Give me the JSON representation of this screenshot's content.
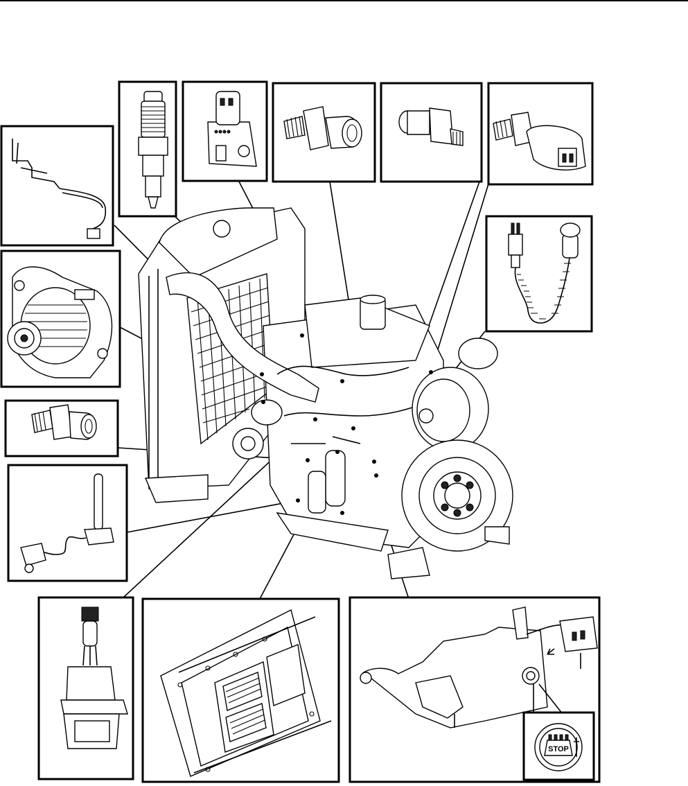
{
  "diagram": {
    "stop_button_label": "STOP",
    "components": [
      {
        "id": "wiring-harness-sensor"
      },
      {
        "id": "unit-injector"
      },
      {
        "id": "pressure-temperature-sensor"
      },
      {
        "id": "pressure-sensor-a"
      },
      {
        "id": "pressure-sensor-b"
      },
      {
        "id": "sensor-with-connector"
      },
      {
        "id": "coiled-cable-sensor"
      },
      {
        "id": "alternator"
      },
      {
        "id": "pressure-sensor-c"
      },
      {
        "id": "level-sensor"
      },
      {
        "id": "connector-relay"
      },
      {
        "id": "engine-control-unit"
      },
      {
        "id": "stop-button-panel"
      }
    ]
  }
}
